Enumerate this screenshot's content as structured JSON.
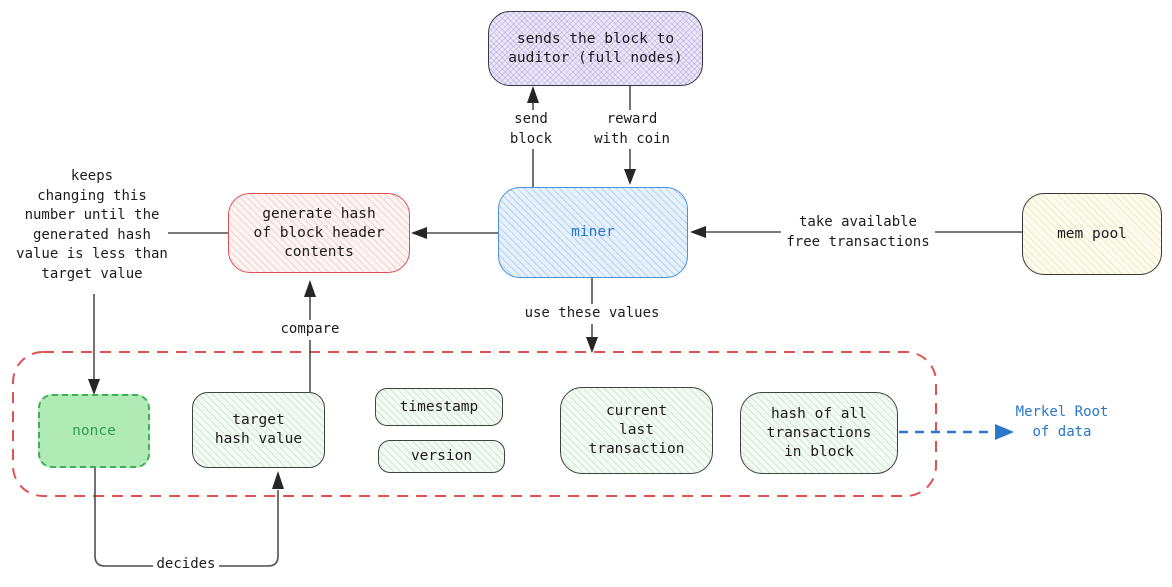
{
  "diagram": {
    "nodes": {
      "auditor": "sends the block to\nauditor (full nodes)",
      "miner": "miner",
      "generate_hash": "generate hash\nof block header\ncontents",
      "mem_pool": "mem pool",
      "nonce": "nonce",
      "target_hash": "target\nhash value",
      "timestamp": "timestamp",
      "version": "version",
      "current_last_tx": "current\nlast\ntransaction",
      "hash_all_tx": "hash of all\ntransactions\nin block"
    },
    "edge_labels": {
      "send_block": "send\nblock",
      "reward_with_coin": "reward\nwith coin",
      "take_available": "take available\nfree transactions",
      "use_these_values": "use these values",
      "compare": "compare",
      "decides": "decides",
      "keeps_changing": "keeps\nchanging this\nnumber until the\ngenerated hash\nvalue is less than\ntarget value",
      "merkel_root": "Merkel Root\nof data"
    },
    "colors": {
      "miner_border": "#4a90d9",
      "miner_text": "#2878c8",
      "generate_hash_border": "#df5050",
      "auditor_border": "#3c3649",
      "mem_pool_border": "#3a3a35",
      "green_box_border": "#3c453f",
      "nonce_fill": "#b0ebb6",
      "nonce_border": "#3fae5c",
      "nonce_text": "#2f9e50",
      "block_container_border": "#e05252",
      "merkel_blue": "#2878c8",
      "line_gray": "#4f4f4f",
      "arrowhead_dark": "#262626"
    }
  }
}
